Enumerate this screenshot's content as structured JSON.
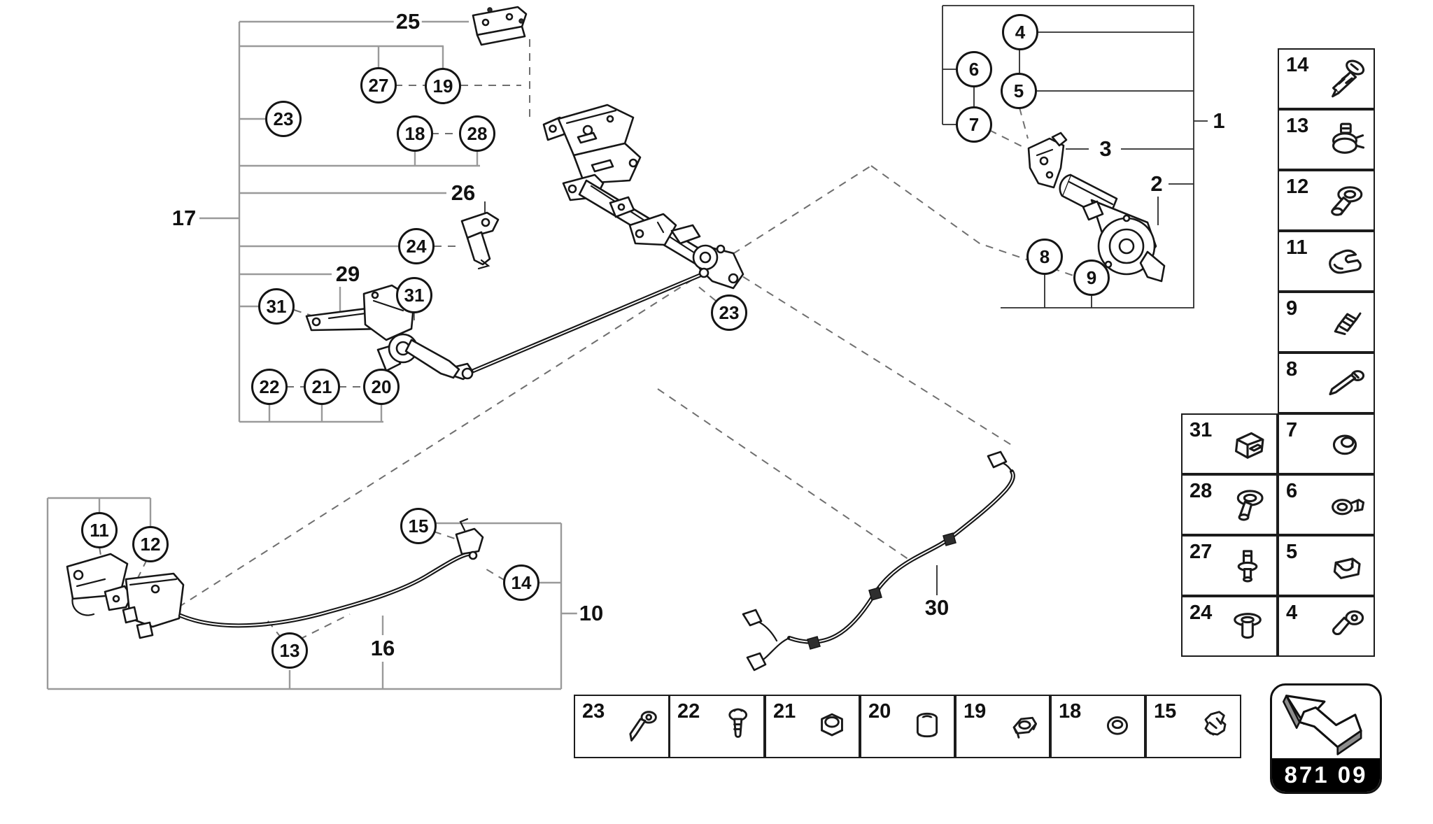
{
  "diagram": {
    "code_badge": {
      "code": "871 09"
    },
    "callouts": {
      "c27": "27",
      "c19": "19",
      "c23a": "23",
      "c18": "18",
      "c28": "28",
      "c24": "24",
      "c31a": "31",
      "c31b": "31",
      "c22": "22",
      "c21": "21",
      "c20": "20",
      "c23b": "23",
      "c4": "4",
      "c5": "5",
      "c6": "6",
      "c7": "7",
      "c8": "8",
      "c9": "9",
      "c11": "11",
      "c12": "12",
      "c13": "13",
      "c14": "14",
      "c15": "15"
    },
    "labels": {
      "l25": "25",
      "l17": "17",
      "l26": "26",
      "l29": "29",
      "l1": "1",
      "l2": "2",
      "l3": "3",
      "l10": "10",
      "l16": "16",
      "l30": "30"
    },
    "parts_table": {
      "left_column": [
        {
          "num": "31"
        },
        {
          "num": "28"
        },
        {
          "num": "27"
        },
        {
          "num": "24"
        }
      ],
      "right_column": [
        {
          "num": "14"
        },
        {
          "num": "13"
        },
        {
          "num": "12"
        },
        {
          "num": "11"
        },
        {
          "num": "9"
        },
        {
          "num": "8"
        },
        {
          "num": "7"
        },
        {
          "num": "6"
        },
        {
          "num": "5"
        },
        {
          "num": "4"
        }
      ]
    },
    "fastener_strip": [
      {
        "num": "23"
      },
      {
        "num": "22"
      },
      {
        "num": "21"
      },
      {
        "num": "20"
      },
      {
        "num": "19"
      },
      {
        "num": "18"
      },
      {
        "num": "15"
      }
    ]
  }
}
